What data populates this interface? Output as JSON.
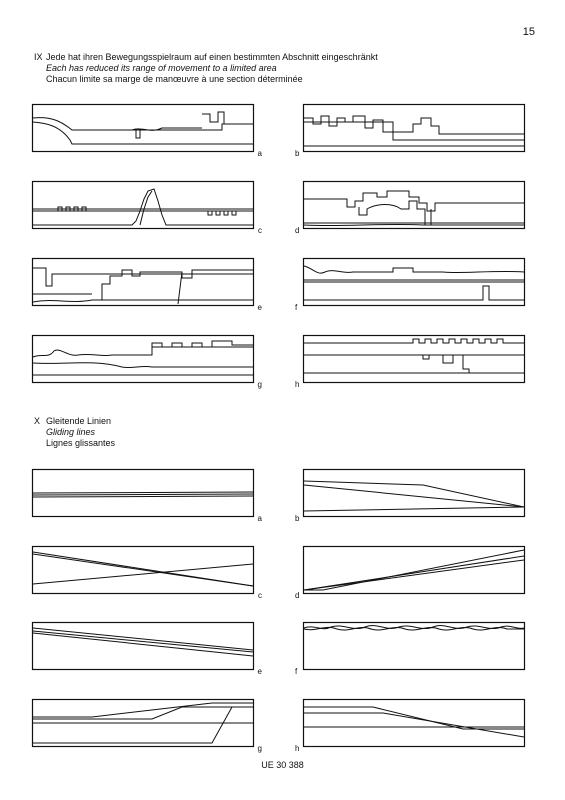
{
  "page_number": "15",
  "section_ix": {
    "numeral": "IX",
    "german": "Jede hat ihren Bewegungsspielraum auf einen bestimmten Abschnitt eingeschränkt",
    "english": "Each has reduced its range of movement to a limited area",
    "french": "Chacun limite sa marge de manœuvre à une section déterminée",
    "panels": [
      "a",
      "b",
      "c",
      "d",
      "e",
      "f",
      "g",
      "h"
    ]
  },
  "section_x": {
    "numeral": "X",
    "german": "Gleitende Linien",
    "english": "Gliding lines",
    "french": "Lignes glissantes",
    "panels": [
      "a",
      "b",
      "c",
      "d",
      "e",
      "f",
      "g",
      "h"
    ]
  },
  "footer": {
    "catalog_number": "UE 30 388"
  }
}
